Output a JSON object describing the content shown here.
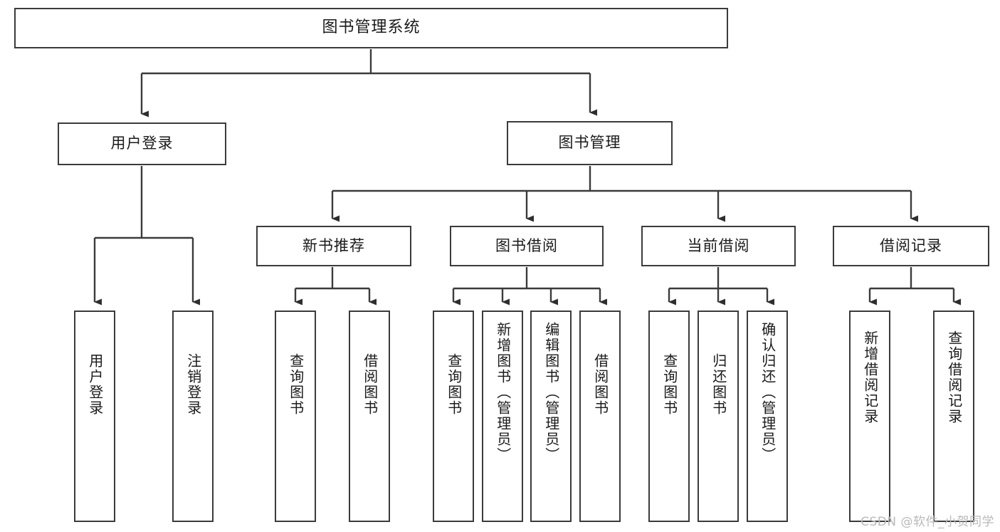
{
  "diagram": {
    "title": "图书管理系统",
    "type": "tree",
    "colors": {
      "border": "#3b3b3b",
      "fill": "#ffffff",
      "text": "#1a1a1a",
      "edge": "#3b3b3b",
      "watermark": "#b9b9b9"
    },
    "watermark": "CSDN @软件_小贺同学",
    "nodes": {
      "root": {
        "label": "图书管理系统"
      },
      "level1": [
        {
          "id": "user-login",
          "label": "用户登录"
        },
        {
          "id": "book-manage",
          "label": "图书管理"
        }
      ],
      "level2": [
        {
          "id": "new-book-rec",
          "label": "新书推荐"
        },
        {
          "id": "book-borrow",
          "label": "图书借阅"
        },
        {
          "id": "current-borrow",
          "label": "当前借阅"
        },
        {
          "id": "borrow-record",
          "label": "借阅记录"
        }
      ],
      "leaves": [
        {
          "id": "leaf-user-login",
          "label": "用户登录",
          "parent": "user-login"
        },
        {
          "id": "leaf-user-logout",
          "label": "注销登录",
          "parent": "user-login"
        },
        {
          "id": "leaf-query-book-1",
          "label": "查询图书",
          "parent": "new-book-rec"
        },
        {
          "id": "leaf-borrow-book-1",
          "label": "借阅图书",
          "parent": "new-book-rec"
        },
        {
          "id": "leaf-query-book-2",
          "label": "查询图书",
          "parent": "book-borrow"
        },
        {
          "id": "leaf-add-book",
          "label": "新增图书（管理员）",
          "parent": "book-borrow"
        },
        {
          "id": "leaf-edit-book",
          "label": "编辑图书（管理员）",
          "parent": "book-borrow"
        },
        {
          "id": "leaf-borrow-book-2",
          "label": "借阅图书",
          "parent": "book-borrow"
        },
        {
          "id": "leaf-query-book-3",
          "label": "查询图书",
          "parent": "current-borrow"
        },
        {
          "id": "leaf-return-book",
          "label": "归还图书",
          "parent": "current-borrow"
        },
        {
          "id": "leaf-confirm-return",
          "label": "确认归还（管理员）",
          "parent": "current-borrow"
        },
        {
          "id": "leaf-add-record",
          "label": "新增借阅记录",
          "parent": "borrow-record"
        },
        {
          "id": "leaf-query-record",
          "label": "查询借阅记录",
          "parent": "borrow-record"
        }
      ]
    }
  }
}
